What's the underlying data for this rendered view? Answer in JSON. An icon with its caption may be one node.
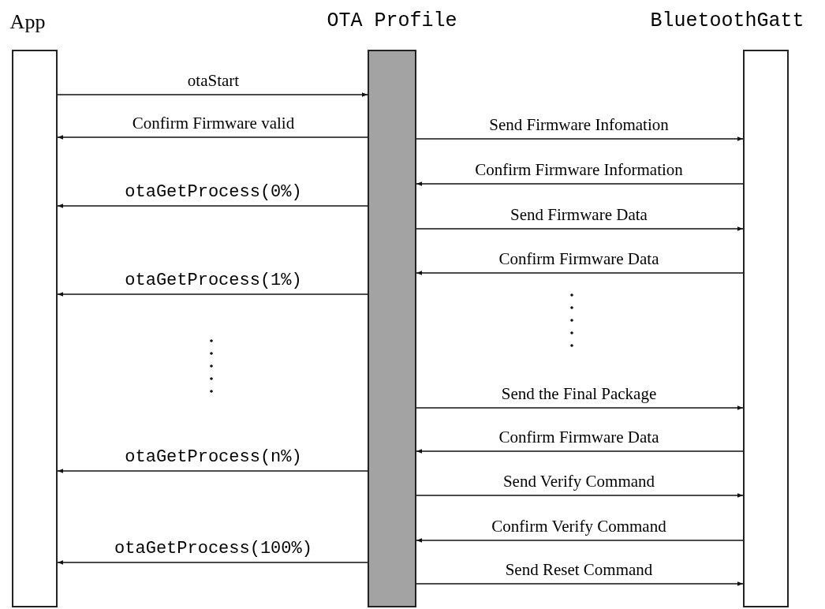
{
  "diagram": {
    "nodes": [
      {
        "text": [
          "App"
        ]
      },
      {
        "text": [
          "OTA Profile"
        ]
      },
      {
        "text": [
          "BluetoothGatt"
        ]
      }
    ],
    "edges": [
      {
        "from": 0,
        "to": 1,
        "arrow": "to",
        "label": "otaStart"
      },
      {
        "from": 1,
        "to": 0,
        "arrow": "to",
        "label": "Confirm Firmware valid"
      },
      {
        "from": 1,
        "to": 2,
        "arrow": "to",
        "label": "Send Firmware Infomation"
      },
      {
        "from": 2,
        "to": 1,
        "arrow": "to",
        "label": "Confirm Firmware Information"
      },
      {
        "from": 1,
        "to": 0,
        "arrow": "to",
        "label": "otaGetProcess(0%)"
      },
      {
        "from": 1,
        "to": 2,
        "arrow": "to",
        "label": "Send Firmware Data"
      },
      {
        "from": 2,
        "to": 1,
        "arrow": "to",
        "label": "Confirm Firmware Data"
      },
      {
        "from": 1,
        "to": 0,
        "arrow": "to",
        "label": "otaGetProcess(1%)"
      },
      {
        "from": 1,
        "to": 2,
        "arrow": "to",
        "label": "Send the Final Package"
      },
      {
        "from": 2,
        "to": 1,
        "arrow": "to",
        "label": "Confirm Firmware Data"
      },
      {
        "from": 1,
        "to": 0,
        "arrow": "to",
        "label": "otaGetProcess(n%)"
      },
      {
        "from": 1,
        "to": 2,
        "arrow": "to",
        "label": "Send Verify Command"
      },
      {
        "from": 2,
        "to": 1,
        "arrow": "to",
        "label": "Confirm Verify Command"
      },
      {
        "from": 1,
        "to": 0,
        "arrow": "to",
        "label": "otaGetProcess(100%)"
      },
      {
        "from": 1,
        "to": 2,
        "arrow": "to",
        "label": "Send Reset Command"
      }
    ]
  }
}
